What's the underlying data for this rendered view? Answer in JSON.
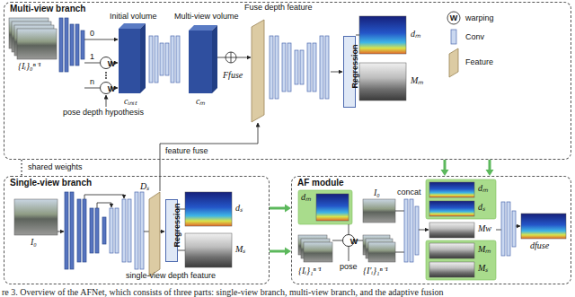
{
  "diagram": {
    "caption": "re 3. Overview of the AFNet, which consists of three parts: single-view branch, multi-view branch, and the adaptive fusion",
    "nodes": [
      {
        "text": [
          "Multi-view branch"
        ]
      },
      {
        "text": [
          "W"
        ],
        "in": 0
      },
      {
        "text": [
          "W"
        ],
        "in": 0
      },
      {
        "text": [
          "Regression"
        ],
        "in": 0
      },
      {
        "text": [
          "Single-view branch"
        ]
      },
      {
        "text": [
          "Regression"
        ],
        "in": 4
      },
      {
        "text": [
          "AF module"
        ]
      },
      {
        "text": [
          "W"
        ],
        "in": 6
      }
    ],
    "edges": [
      {
        "from": 0,
        "to": 6,
        "arrow": "to"
      },
      {
        "from": 0,
        "to": 6,
        "arrow": "to"
      },
      {
        "from": 4,
        "to": 6,
        "arrow": "to"
      },
      {
        "from": 4,
        "to": 6,
        "arrow": "to"
      },
      {
        "from": 0,
        "to": 4,
        "label": "shared weights",
        "arrow": "none"
      }
    ],
    "labels": [
      "{Iᵢ}₀ⁿ⁻¹",
      "0",
      "1",
      "n",
      "pose depth hypothesis",
      "Initial volume",
      "cᵢₙᵢₜ",
      "Multi-view volume",
      "cₘ",
      "Fuse depth feature",
      "Ffuse",
      "dₘ",
      "Mₘ",
      "W",
      "feature fuse",
      "I₀",
      "Dₛ",
      "single-view depth feature",
      "dₛ",
      "Mₛ",
      "dₘ",
      "{Iᵢ}₁ⁿ⁻¹",
      "{I′ᵢ}₁ⁿ⁻¹",
      "I₀",
      "pose",
      "concat",
      "dₘ",
      "dₛ",
      "Mw",
      "Mₘ",
      "Mₛ",
      "dfuse"
    ],
    "legend": [
      {
        "text": "warping"
      },
      {
        "text": "Conv"
      },
      {
        "text": "Feature"
      }
    ]
  }
}
